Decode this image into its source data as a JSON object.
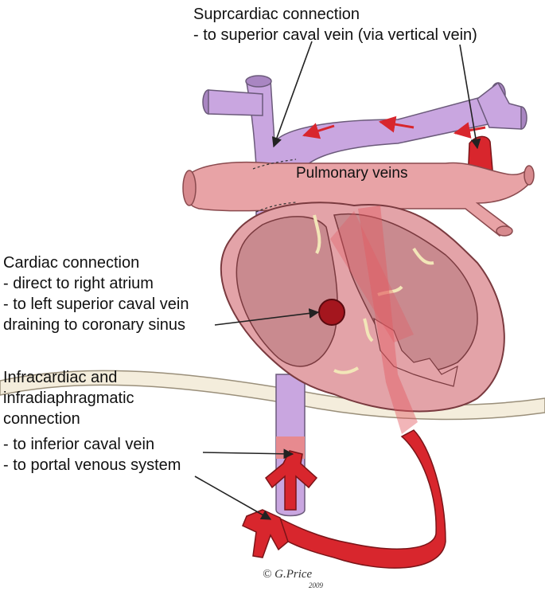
{
  "labels": {
    "supracardiac": {
      "title": "Suprcardiac connection",
      "lines": [
        "- to superior caval vein (via vertical vein)"
      ]
    },
    "pulmonary_veins": "Pulmonary veins",
    "cardiac": {
      "title": "Cardiac connection",
      "lines": [
        "- direct to right atrium",
        "- to left superior caval vein",
        "draining to coronary sinus"
      ]
    },
    "infracardiac": {
      "title_lines": [
        "Infracardiac and",
        "infradiaphragmatic",
        "connection"
      ],
      "lines": [
        "- to inferior caval vein",
        "- to portal venous system"
      ]
    }
  },
  "signature": {
    "name": "© G.Price",
    "year": "2009"
  },
  "colors": {
    "caval_vein": "#c9a6e0",
    "pulmonary_vein": "#e8a3a6",
    "heart_wall": "#e3a3a8",
    "heart_inner": "#c98a8f",
    "anomalous_vessel": "#d8262d",
    "diaphragm": "#f4eddc",
    "arrow": "#222222"
  }
}
